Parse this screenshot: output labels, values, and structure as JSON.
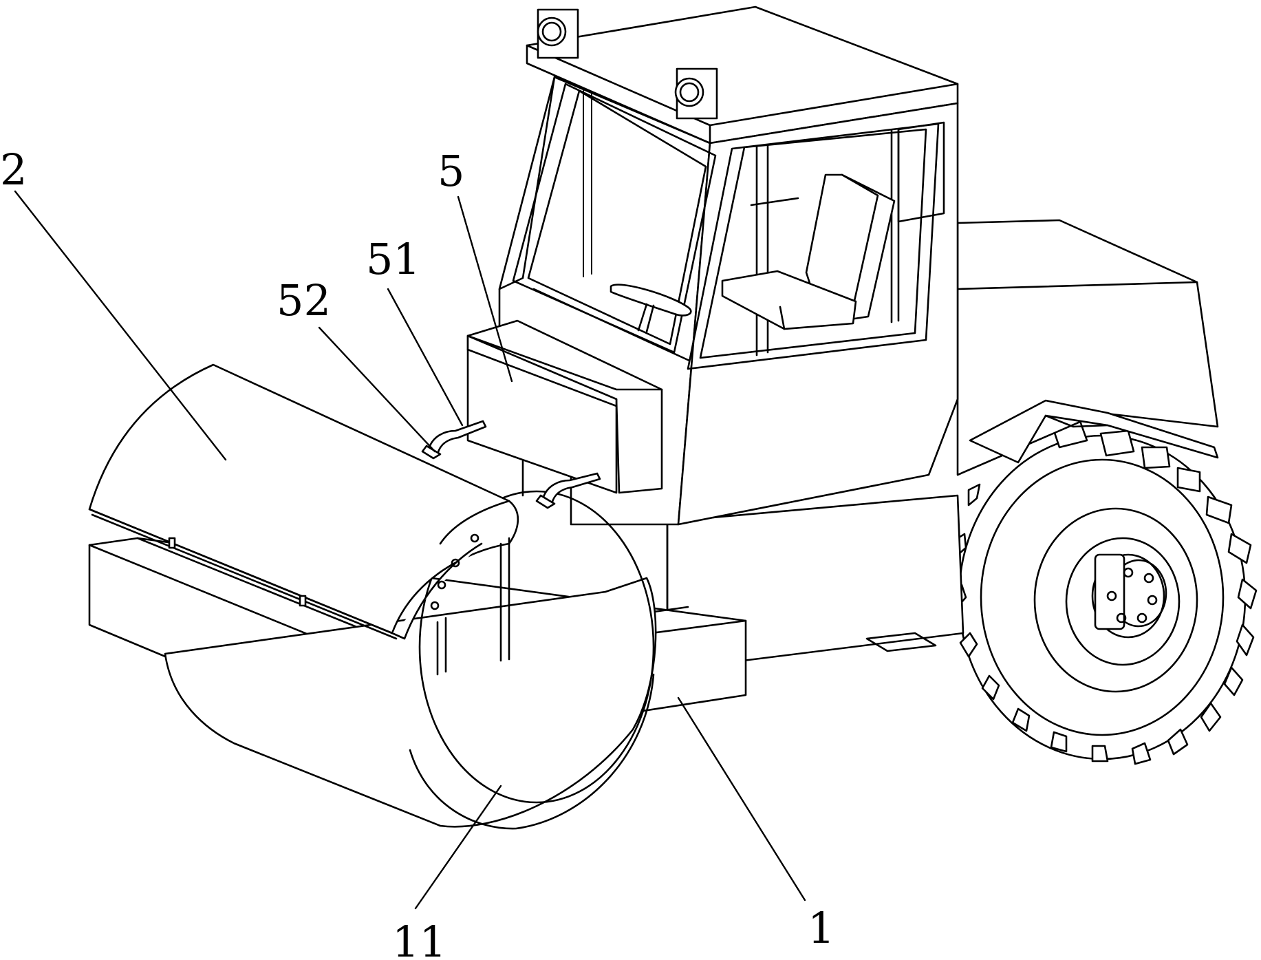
{
  "callouts": {
    "label_2": "2",
    "label_5": "5",
    "label_51": "51",
    "label_52": "52",
    "label_11": "11",
    "label_1": "1"
  },
  "style": {
    "line_color": "#000000",
    "background": "#ffffff"
  }
}
